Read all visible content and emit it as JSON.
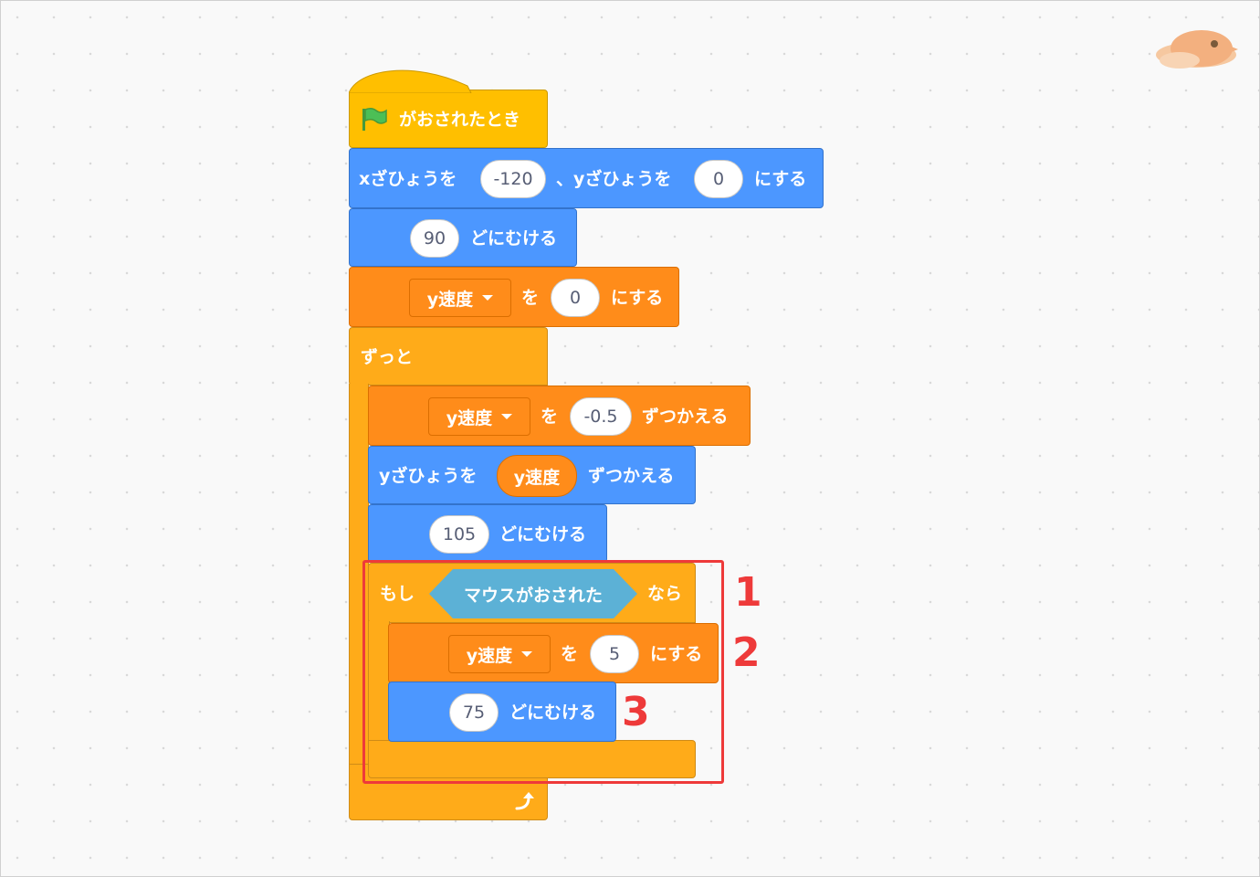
{
  "script": {
    "when_flag": {
      "label": "がおされたとき"
    },
    "goto_xy": {
      "label_x": "xざひょうを",
      "x_value": "-120",
      "label_sep": "、yざひょうを",
      "y_value": "0",
      "label_end": "にする"
    },
    "point_dir_1": {
      "value": "90",
      "label": "どにむける"
    },
    "set_var_1": {
      "var": "y速度",
      "label_wo": "を",
      "value": "0",
      "label_end": "にする"
    },
    "forever": {
      "label": "ずっと"
    },
    "change_var": {
      "var": "y速度",
      "label_wo": "を",
      "value": "-0.5",
      "label_end": "ずつかえる"
    },
    "change_y": {
      "label": "yざひょうを",
      "reporter": "y速度",
      "label_end": "ずつかえる"
    },
    "point_dir_2": {
      "value": "105",
      "label": "どにむける"
    },
    "if_block": {
      "label_if": "もし",
      "condition": "マウスがおされた",
      "label_then": "なら"
    },
    "set_var_2": {
      "var": "y速度",
      "label_wo": "を",
      "value": "5",
      "label_end": "にする"
    },
    "point_dir_3": {
      "value": "75",
      "label": "どにむける"
    }
  },
  "annotations": {
    "n1": "1",
    "n2": "2",
    "n3": "3"
  },
  "colors": {
    "events": "#ffbf00",
    "motion": "#4c97ff",
    "variables": "#ff8c1a",
    "control": "#ffab19",
    "sensing": "#5cb1d6",
    "annotation": "#ee3a3a"
  },
  "icons": {
    "flag": "green-flag-icon",
    "loop": "loop-arrow-icon",
    "sprite": "sprite-thumbnail-icon"
  }
}
